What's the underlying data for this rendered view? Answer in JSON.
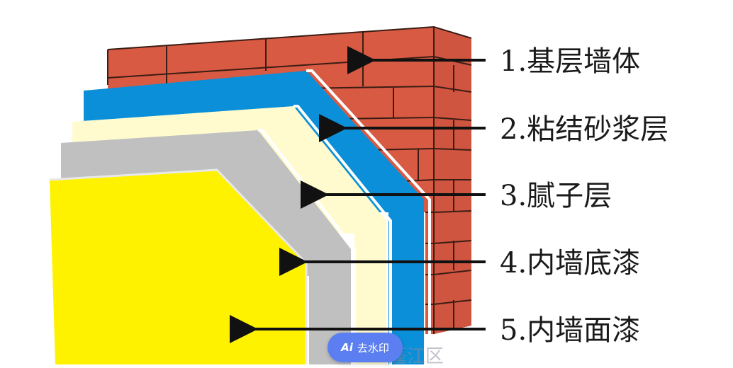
{
  "diagram": {
    "layers": [
      {
        "id": "wall",
        "label": "1.基层墙体",
        "color": "#d95a43"
      },
      {
        "id": "mortar",
        "label": "2.粘结砂浆层",
        "color": "#0a8fd8"
      },
      {
        "id": "putty",
        "label": "3.腻子层",
        "color": "#fffbcf"
      },
      {
        "id": "primer",
        "label": "4.内墙底漆",
        "color": "#c0c0c0"
      },
      {
        "id": "topcoat",
        "label": "5.内墙面漆",
        "color": "#fff200"
      }
    ]
  },
  "watermark": {
    "button_label": "去水印",
    "button_icon": "Ai",
    "text": "蓬江区"
  }
}
